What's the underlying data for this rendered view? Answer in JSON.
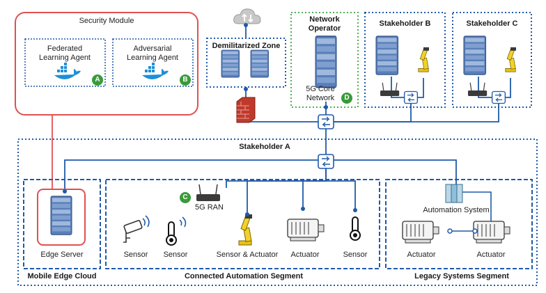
{
  "security_module": {
    "title": "Security Module",
    "agent_a": {
      "line1": "Federated",
      "line2": "Learning Agent",
      "badge": "A"
    },
    "agent_b": {
      "line1": "Adversarial",
      "line2": "Learning Agent",
      "badge": "B"
    }
  },
  "dmz": {
    "title": "Demilitarized Zone"
  },
  "network_operator": {
    "line1": "Network",
    "line2": "Operator",
    "core_line1": "5G Core",
    "core_line2": "Network",
    "badge": "D"
  },
  "stakeholder_b": {
    "title": "Stakeholder B"
  },
  "stakeholder_c": {
    "title": "Stakeholder C"
  },
  "stakeholder_a": {
    "title": "Stakeholder A"
  },
  "mobile_edge_cloud": {
    "title": "Mobile Edge Cloud",
    "edge_server_label": "Edge Server"
  },
  "connected_automation": {
    "title": "Connected Automation Segment",
    "ran_label": "5G RAN",
    "ran_badge": "C",
    "devices": [
      "Sensor",
      "Sensor",
      "Sensor & Actuator",
      "Actuator",
      "Sensor"
    ]
  },
  "legacy": {
    "title": "Legacy Systems Segment",
    "automation_system_label": "Automation System",
    "actuator_1": "Actuator",
    "actuator_2": "Actuator"
  },
  "colors": {
    "link": "#1f5aa8",
    "dotted_border": "#1f5aa8",
    "red_border": "#e05050",
    "green_border": "#4caf50",
    "badge_green": "#3a9a3a",
    "firewall": "#c0392b",
    "docker": "#1e8fd6"
  }
}
